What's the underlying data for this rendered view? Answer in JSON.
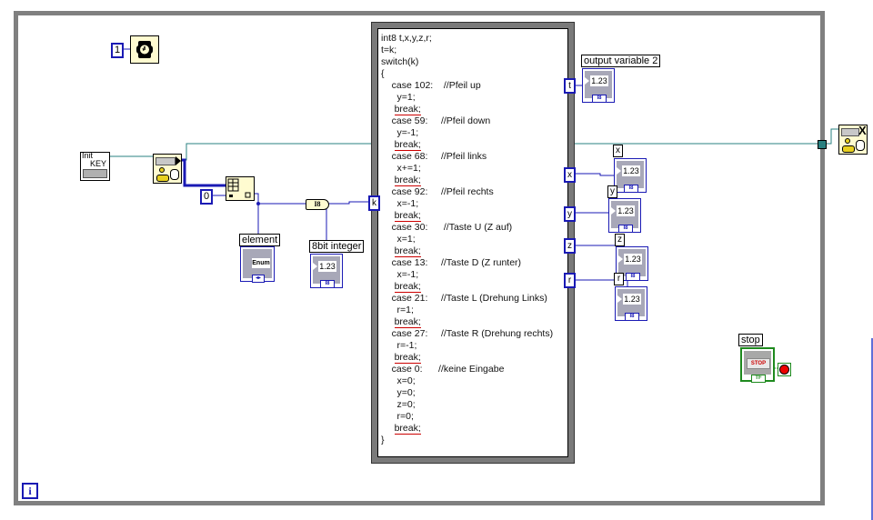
{
  "diagram": {
    "timer_constant": "1",
    "index_constant": "0",
    "loop_iteration_label": "i",
    "init_key_label_line1": "Init",
    "init_key_label_line2": "KEY",
    "conversion_label": "I8",
    "enum_text": "Enum",
    "labels": {
      "element": "element",
      "int8": "8bit integer",
      "output2": "output variable 2",
      "stop": "stop",
      "x": "x",
      "y": "y",
      "z": "z",
      "r": "r"
    },
    "indicator_value": "1.23",
    "indicator_type": "I8",
    "stop_button_text": "STOP",
    "stop_type": "TF",
    "colors": {
      "loop_border": "#808080",
      "terminal_border": "#1a1ab4",
      "wire_cluster": "#2a8080",
      "wire_int": "#1a1ab4",
      "node_bg": "#fffbd0",
      "bool_green": "#1e8a1e"
    }
  },
  "formula_node": {
    "input_terminal": "k",
    "output_terminals": [
      "t",
      "x",
      "y",
      "z",
      "r"
    ],
    "code_lines": [
      "int8 t,x,y,z,r;",
      "t=k;",
      "switch(k)",
      "{",
      "    case 102:    //Pfeil up",
      "      y=1;",
      "     break;",
      "    case 59:     //Pfeil down",
      "      y=-1;",
      "     break;",
      "    case 68:     //Pfeil links",
      "      x+=1;",
      "     break;",
      "    case 92:     //Pfeil rechts",
      "      x=-1;",
      "     break;",
      "    case 30:      //Taste U (Z auf)",
      "      x=1;",
      "     break;",
      "    case 13:     //Taste D (Z runter)",
      "      x=-1;",
      "     break;",
      "    case 21:     //Taste L (Drehung Links)",
      "      r=1;",
      "     break;",
      "    case 27:     //Taste R (Drehung rechts)",
      "      r=-1;",
      "     break;",
      "    case 0:      //keine Eingabe",
      "      x=0;",
      "      y=0;",
      "      z=0;",
      "      r=0;",
      "     break;",
      "}"
    ]
  }
}
